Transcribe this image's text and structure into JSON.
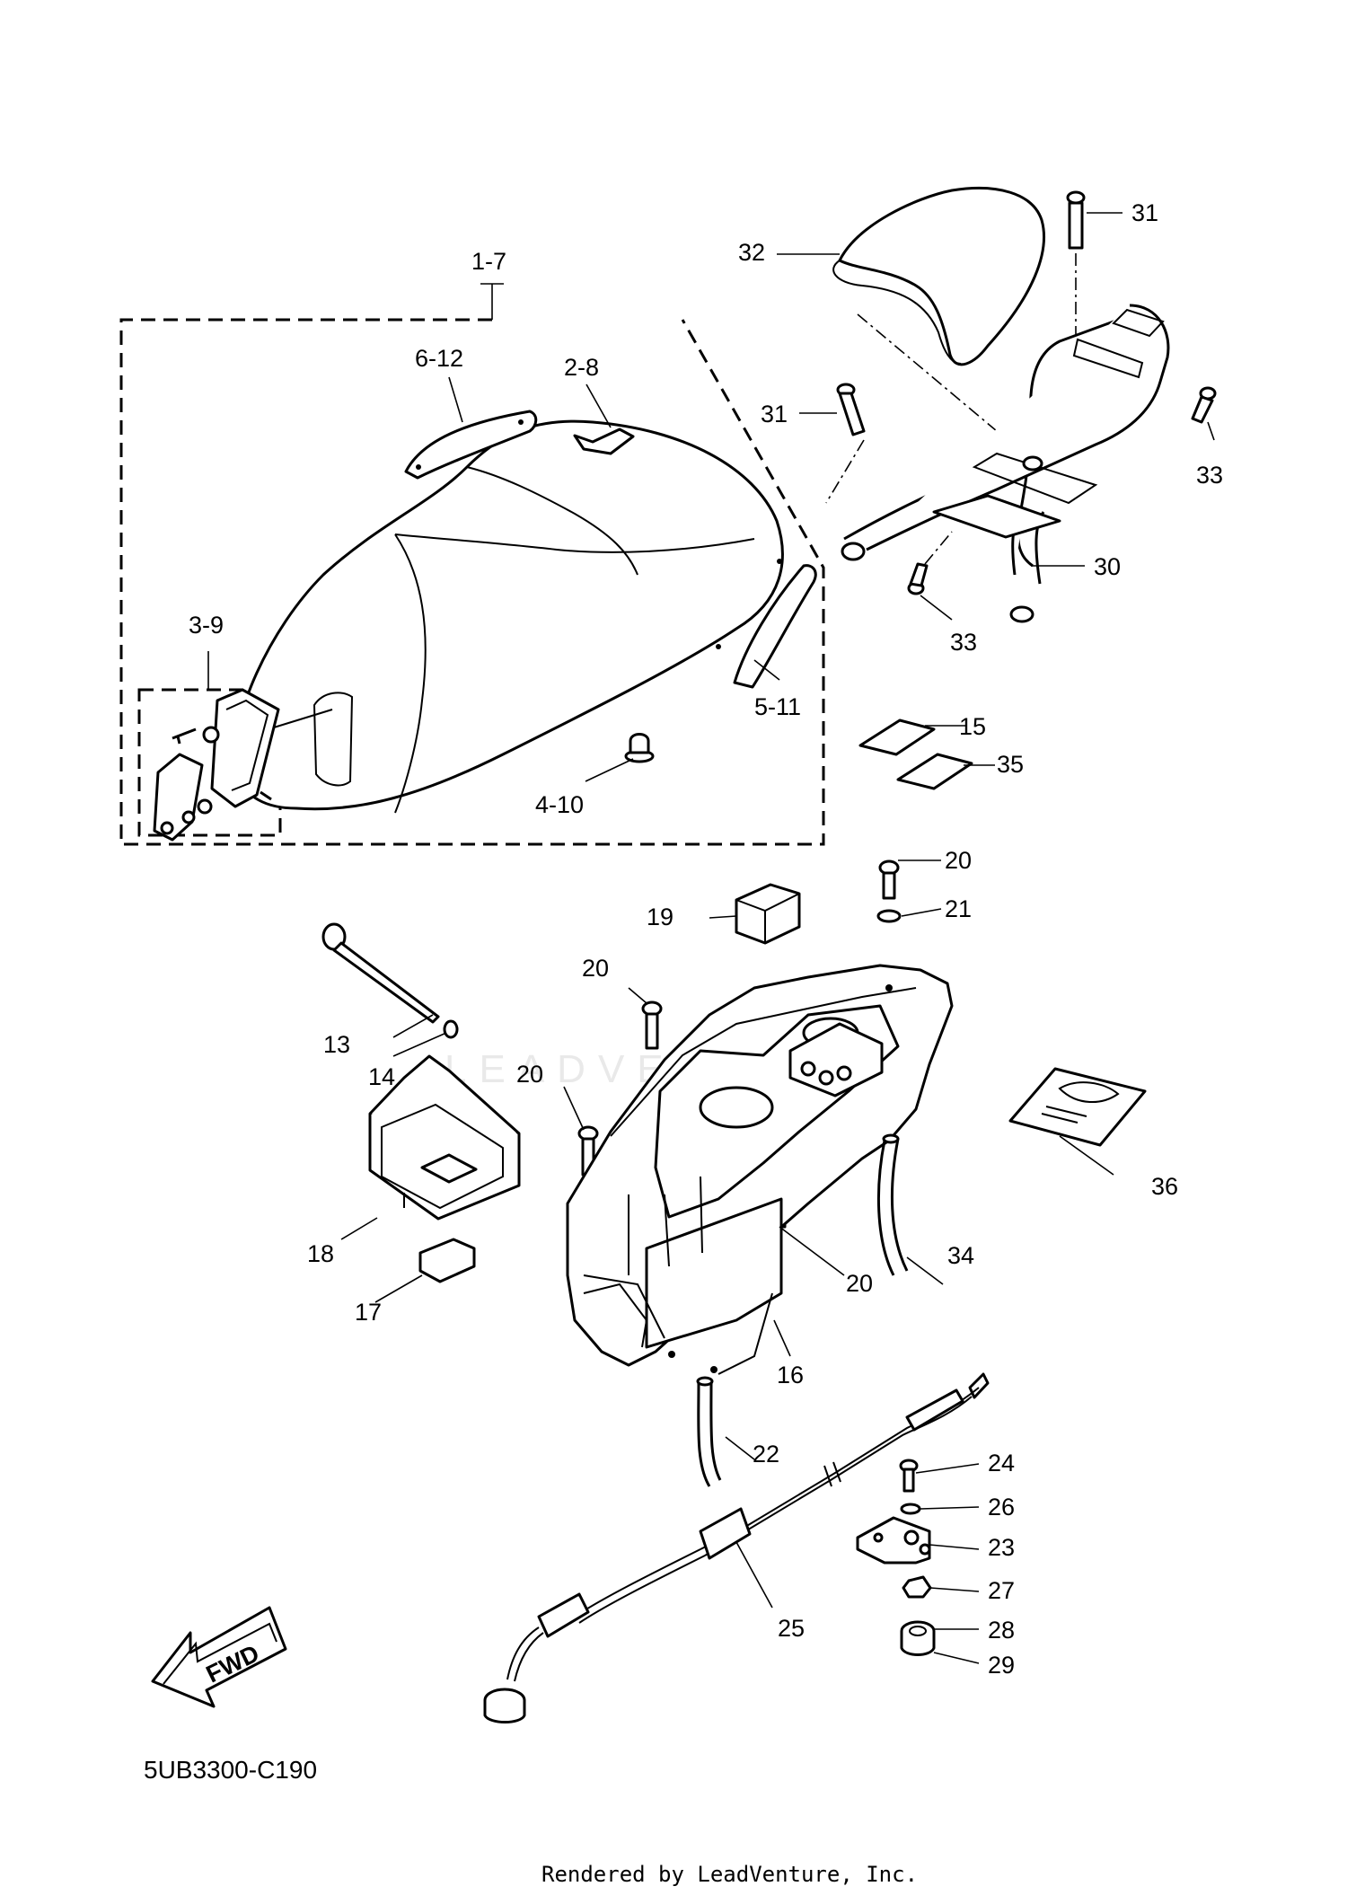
{
  "labels": {
    "1-7": "1-7",
    "2-8": "2-8",
    "3-9": "3-9",
    "4-10": "4-10",
    "5-11": "5-11",
    "6-12": "6-12",
    "13": "13",
    "14": "14",
    "15": "15",
    "16": "16",
    "17": "17",
    "18": "18",
    "19": "19",
    "20": "20",
    "21": "21",
    "22": "22",
    "23": "23",
    "24": "24",
    "25": "25",
    "26": "26",
    "27": "27",
    "28": "28",
    "29": "29",
    "30": "30",
    "31": "31",
    "32": "32",
    "33": "33",
    "34": "34",
    "35": "35",
    "36": "36"
  },
  "fwd_label": "FWD",
  "diagram_code": "5UB3300-C190",
  "rendered_by": "Rendered by LeadVenture, Inc.",
  "watermark": "LEADVENTURE"
}
